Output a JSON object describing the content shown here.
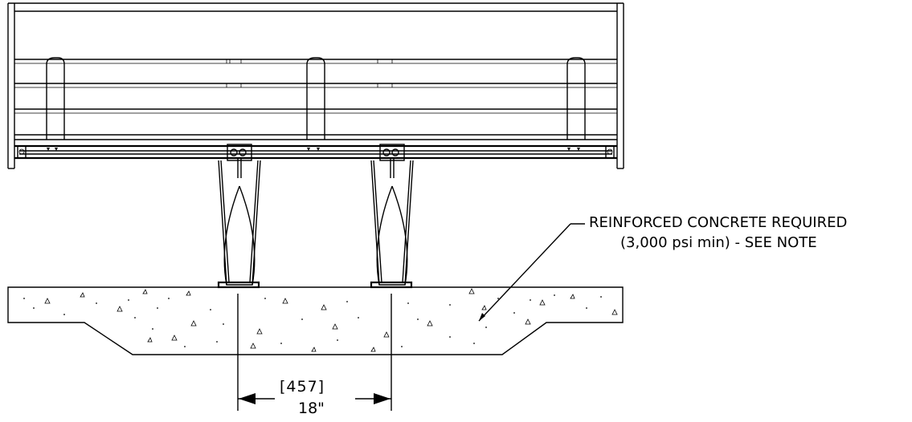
{
  "callout": {
    "line1": "REINFORCED CONCRETE REQUIRED",
    "line2": "(3,000 psi min) - SEE NOTE"
  },
  "dimension": {
    "metric": "[457]",
    "imperial": "18\""
  }
}
